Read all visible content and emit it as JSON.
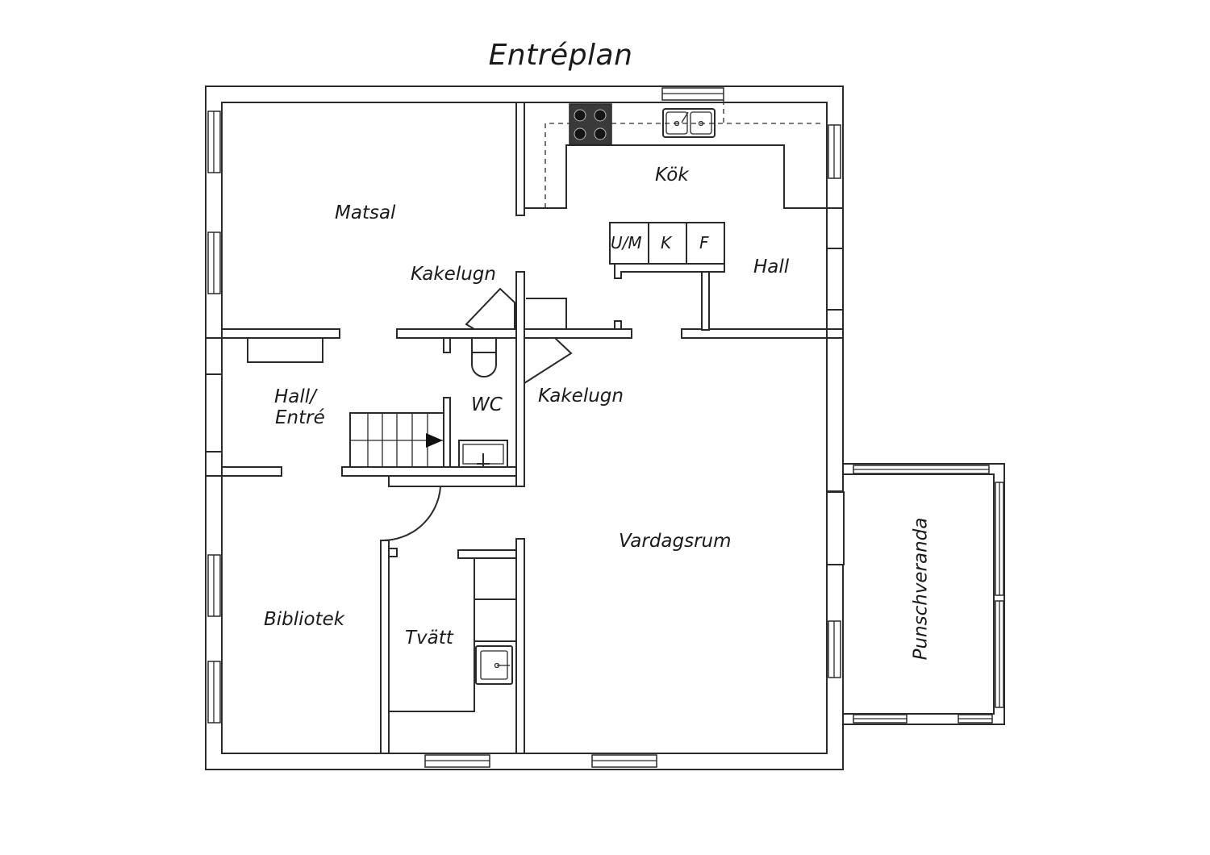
{
  "title": "Entréplan",
  "rooms": {
    "matsal": "Matsal",
    "kok": "Kök",
    "hall": "Hall",
    "kakelugn_1": "Kakelugn",
    "kakelugn_2": "Kakelugn",
    "hall_entre_line1": "Hall/",
    "hall_entre_line2": "Entré",
    "wc": "WC",
    "vardagsrum": "Vardagsrum",
    "bibliotek": "Bibliotek",
    "tvatt": "Tvätt",
    "punschveranda": "Punschveranda"
  },
  "appliances": {
    "um": "U/M",
    "k": "K",
    "f": "F"
  }
}
